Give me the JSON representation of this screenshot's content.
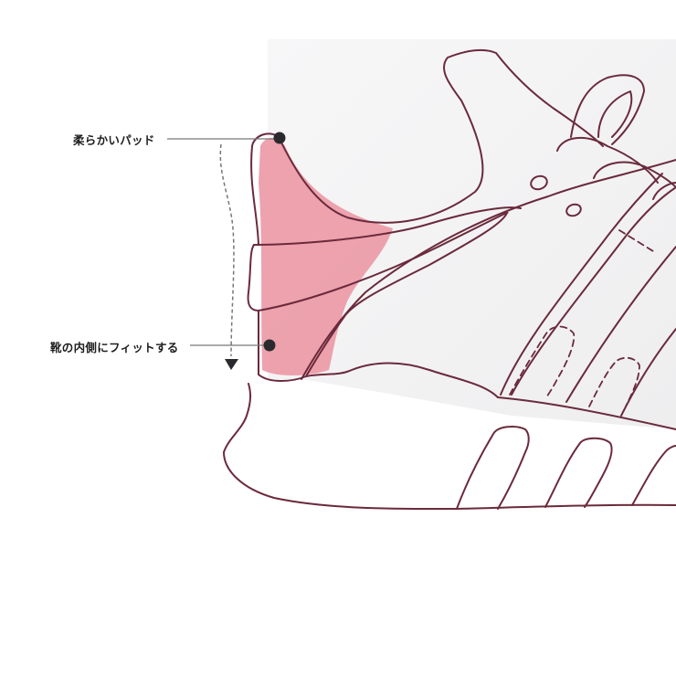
{
  "diagram": {
    "subject": "sneaker heel illustration",
    "callouts": [
      {
        "id": "soft-pad",
        "label": "柔らかいパッド"
      },
      {
        "id": "inner-fit",
        "label": "靴の内側にフィットする"
      }
    ],
    "icons": {
      "callout_dot": "filled-circle",
      "flow_arrow": "dashed-arrow-down"
    },
    "colors": {
      "background": "#ffffff",
      "panel_shade": "#f2f2f3",
      "outline": "#6b2a3c",
      "heel_pad_fill": "#ec9aa6",
      "leader_line": "#777777",
      "dot": "#2a2a2e",
      "label_text": "#1e1e1e"
    }
  }
}
